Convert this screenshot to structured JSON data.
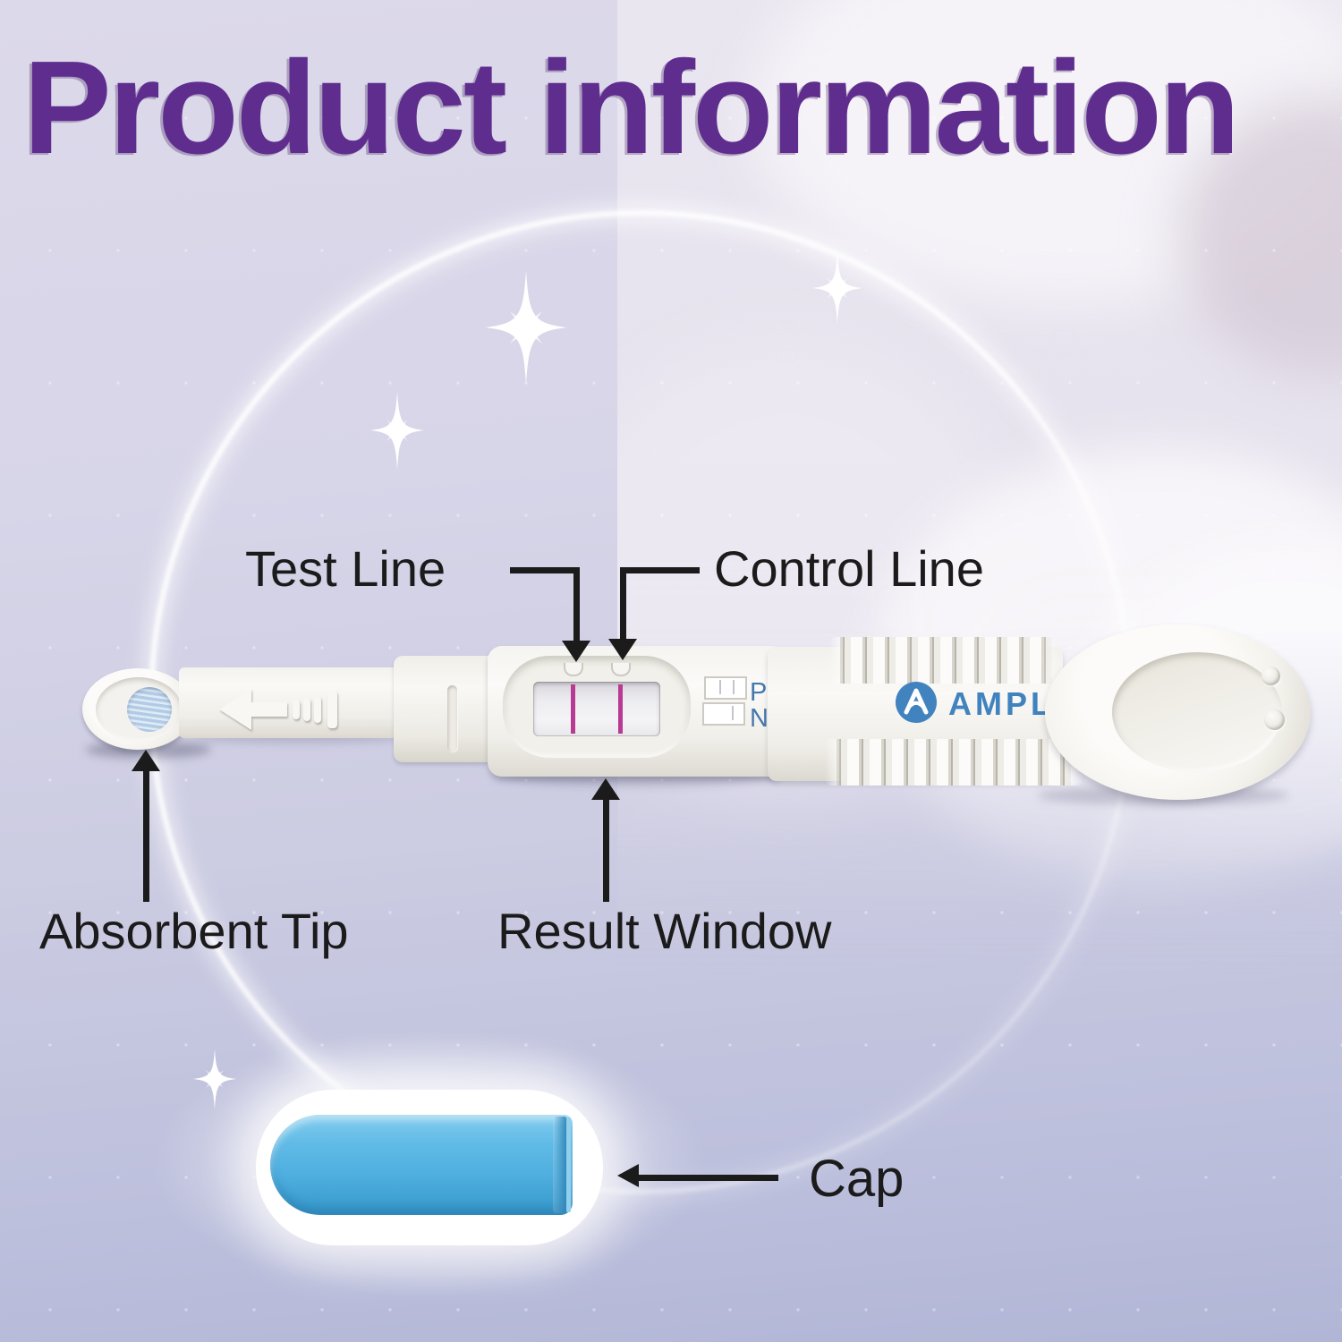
{
  "title": "Product information",
  "callouts": {
    "test_line": "Test Line",
    "control_line": "Control Line",
    "absorbent_tip": "Absorbent Tip",
    "result_window": "Result Window",
    "cap": "Cap"
  },
  "device": {
    "brand": "AMPLIM",
    "legend": {
      "pregnant": "Pregnant",
      "not_pregnant": "Not Pregnant"
    }
  },
  "icons": {
    "amplim_logo": "circle-A-mark",
    "direction_arrow": "left-arrow-emboss",
    "pointer": "black-callout-arrow",
    "sparkle": "four-point-star"
  },
  "colors": {
    "title_purple": "#5f2d8e",
    "label_black": "#1b1b1b",
    "brand_blue": "#4183bf",
    "legend_blue": "#4578ad",
    "result_line_magenta": "#b83a92",
    "cap_blue": "#4fafdf",
    "absorbent_pad_blue": "#b9d2e9",
    "background_lavender": "#cfcfe4"
  }
}
